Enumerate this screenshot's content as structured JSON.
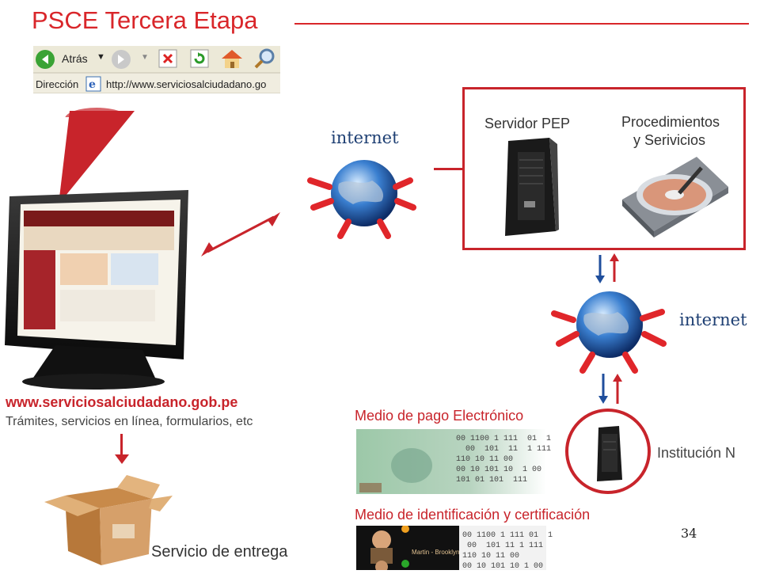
{
  "title": "PSCE Tercera Etapa",
  "browser": {
    "back_label": "Atrás",
    "address_label": "Dirección",
    "address_value": "http://www.serviciosalciudadano.go"
  },
  "internet_top": "internet",
  "internet_right": "internet",
  "server_box": {
    "server_label": "Servidor PEP",
    "proc_label_line1": "Procedimientos",
    "proc_label_line2": "y Serivicios"
  },
  "portal": {
    "url": "www.serviciosalciudadano.gob.pe",
    "subtitle": "Trámites, servicios en línea, formularios, etc"
  },
  "payment": {
    "title": "Medio de pago Electrónico",
    "binary": "00 1100 1 111  01  1\n  00  101  11  1 111\n110 10 11 00\n00 10 101 10  1 00\n101 01 101  111"
  },
  "identification": {
    "title": "Medio de identificación y certificación",
    "binary": "00 1100 1 111 01  1\n 00  101 11 1 111\n110 10 11 00\n00 10 101 10 1 00",
    "names": [
      "Martin - Brooklyn"
    ]
  },
  "institution": "Institución N",
  "delivery": "Servicio de entrega",
  "page_number": "34",
  "colors": {
    "accent": "#d9262a",
    "globe_blue": "#1e5fa8",
    "arrow_blue": "#1f4e9c"
  }
}
